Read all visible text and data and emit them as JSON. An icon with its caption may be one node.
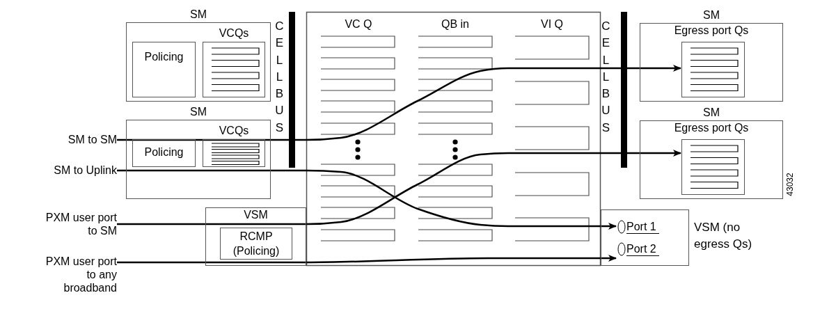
{
  "diagram": {
    "nodes": [
      {
        "text": [
          "SM"
        ]
      },
      {
        "text": [
          "Policing"
        ],
        "in": 0
      },
      {
        "text": [
          "VCQs"
        ],
        "in": 0
      },
      {
        "text": [
          "SM"
        ]
      },
      {
        "text": [
          "Policing"
        ],
        "in": 3
      },
      {
        "text": [
          "VCQs"
        ],
        "in": 3
      },
      {
        "text": [
          "SM",
          "Egress port Qs"
        ]
      },
      {
        "text": [],
        "shape": "box",
        "in": 6
      },
      {
        "text": [
          "SM",
          "Egress port Qs"
        ]
      },
      {
        "text": [],
        "shape": "box",
        "in": 8
      },
      {
        "text": [
          "SM to SM"
        ]
      },
      {
        "text": [
          "SM to Uplink"
        ]
      },
      {
        "text": [
          "PXM user port to SM"
        ]
      },
      {
        "text": [
          "PXM user port to any broadband"
        ]
      },
      {
        "text": [
          "VSM"
        ]
      },
      {
        "text": [
          "RCMP (Policing)"
        ],
        "in": 14
      },
      {
        "text": [],
        "shape": "box",
        "beside": [
          "VSM (no egress Qs)"
        ]
      },
      {
        "text": [
          "Port 1"
        ],
        "in": 16
      },
      {
        "text": [
          "Port 2"
        ],
        "in": 16
      }
    ],
    "edges": [
      {
        "from": 10,
        "to": 7,
        "arrow": "to"
      },
      {
        "from": 11,
        "to": 17,
        "arrow": "to"
      },
      {
        "from": 12,
        "to": 9,
        "arrow": "to"
      },
      {
        "from": 13,
        "to": 18,
        "arrow": "to"
      }
    ],
    "labels": [
      "CELLBUS",
      "VC Q",
      "QB in",
      "VI Q",
      "CELLBUS",
      "43032"
    ]
  }
}
